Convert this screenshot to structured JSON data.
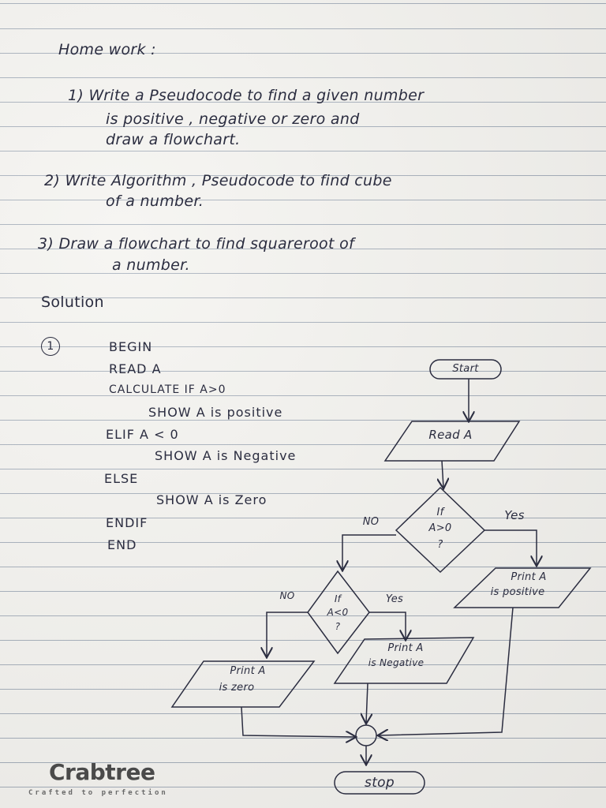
{
  "header": {
    "title": "Home work  :"
  },
  "questions": [
    {
      "line1": "1)   Write  a  Pseudocode  to  find  a given  number",
      "line2": "is  positive , negative   or   zero        and",
      "line3": "draw   a flowchart."
    },
    {
      "line1": "2)  Write   Algorithm , Pseudocode  to  find  cube",
      "line2": "of   a  number."
    },
    {
      "line1": "3)      Draw   a  flowchart   to  find   squareroot   of",
      "line2": "a  number."
    }
  ],
  "solution": {
    "label": "Solution",
    "number": "1",
    "pseudocode": [
      "BEGIN",
      "READ    A",
      "CALCULATE   IF  A>0",
      "SHOW   A  is  positive",
      "ELIF    A < 0",
      "SHOW   A is  Negative",
      "ELSE",
      "SHOW    A   is  Zero",
      "ENDIF",
      "END"
    ]
  },
  "flowchart": {
    "start": "Start",
    "read": "Read A",
    "decision1": [
      "If",
      "A>0",
      "?"
    ],
    "yes1": "Yes",
    "no1": "NO",
    "print_positive": [
      "Print A",
      "is positive"
    ],
    "decision2": [
      "If",
      "A<0",
      "?"
    ],
    "yes2": "Yes",
    "no2": "NO",
    "print_negative": [
      "Print A",
      "is Negative"
    ],
    "print_zero": [
      "Print A",
      "is zero"
    ],
    "stop": "stop"
  },
  "branding": {
    "logo": "Crabtree",
    "tagline": "Crafted to perfection"
  }
}
